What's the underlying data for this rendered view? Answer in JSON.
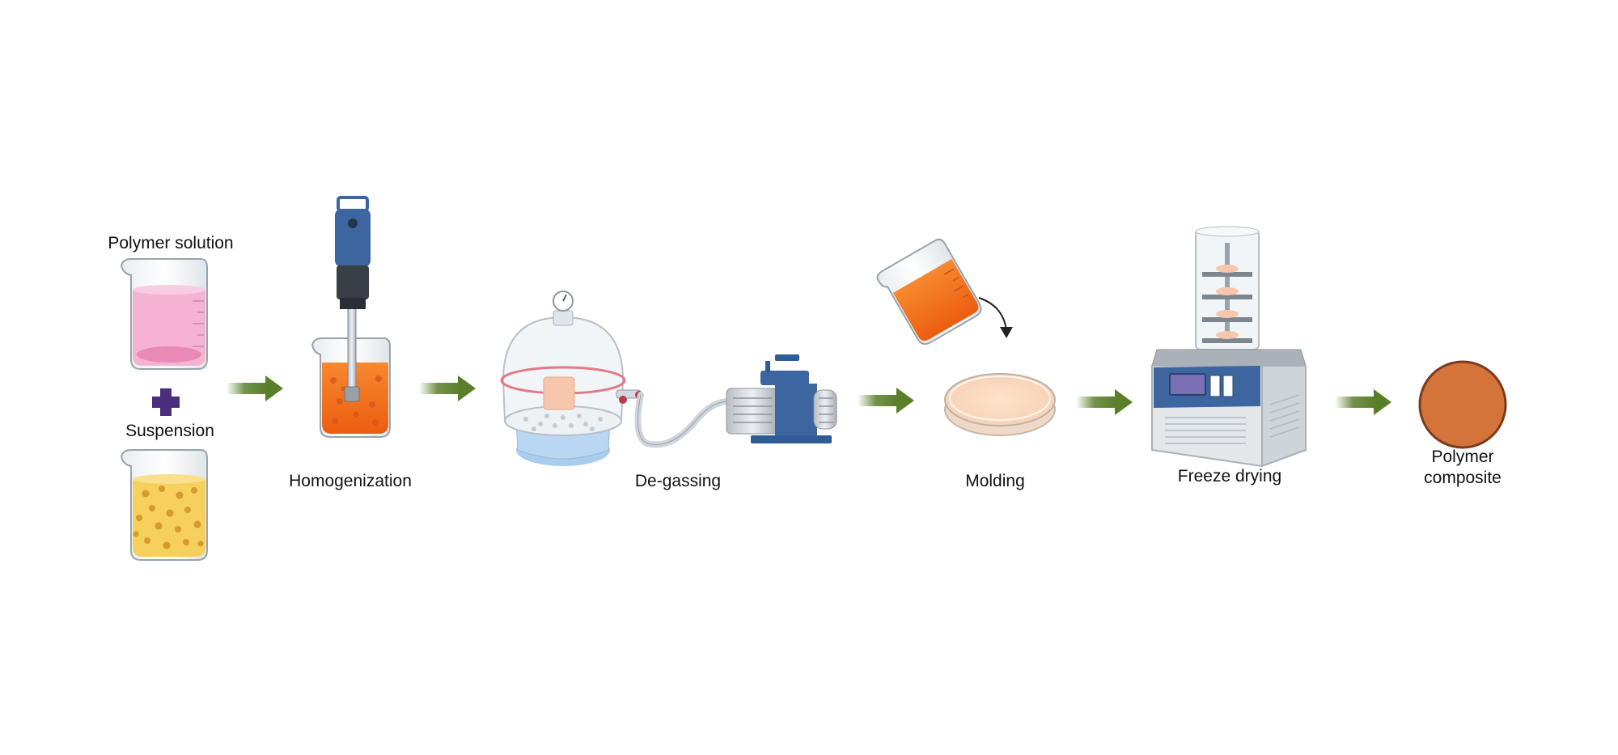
{
  "steps": {
    "polymer_solution": "Polymer solution",
    "plus_symbol": "+",
    "suspension": "Suspension",
    "homogenization": "Homogenization",
    "degassing": "De-gassing",
    "molding": "Molding",
    "freeze_drying": "Freeze drying",
    "polymer_composite": "Polymer composite"
  },
  "icons": {
    "beaker_polymer": "beaker-pink-icon",
    "beaker_suspension": "beaker-particles-icon",
    "homogenizer": "homogenizer-icon",
    "desiccator": "vacuum-desiccator-icon",
    "pump": "vacuum-pump-icon",
    "pour": "pouring-beaker-icon",
    "petri": "petri-dish-icon",
    "freeze_dryer": "freeze-dryer-icon",
    "composite": "composite-disc-icon",
    "arrow": "green-arrow-icon"
  },
  "colors": {
    "arrow_green": "#5a7f2a",
    "plus_purple": "#4b2f7e",
    "pink_solution": "#f3a9cc",
    "yellow_suspension": "#f6cf5c",
    "orange_mix": "#f36f1c",
    "device_blue": "#3d66a0",
    "composite_fill": "#d4733a",
    "composite_edge": "#7a3b1c"
  }
}
